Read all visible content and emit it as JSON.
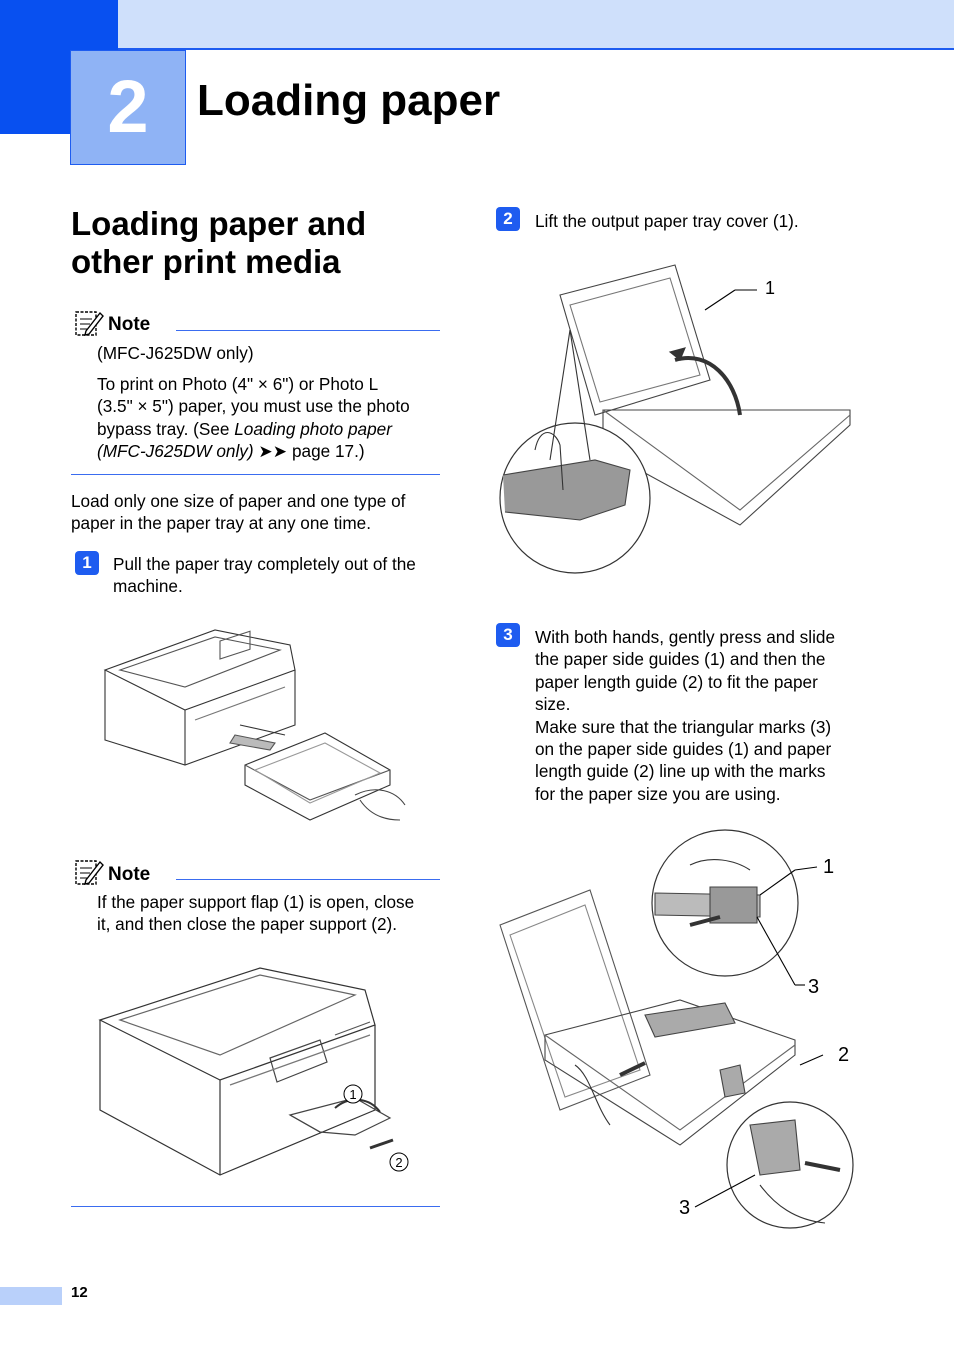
{
  "chapter": {
    "number": "2",
    "title": "Loading paper"
  },
  "section": {
    "title_line1": "Loading paper and",
    "title_line2": "other print media"
  },
  "note1": {
    "label": "Note",
    "model": "(MFC-J625DW only)",
    "t1": "To print on Photo (4\" × 6\") or Photo L",
    "t2": "(3.5\" × 5\") paper, you must use the photo",
    "t3a": "bypass tray. (See ",
    "t3b": "Loading photo paper",
    "t4a": "(MFC-J625DW only)",
    "t4b": " ➤➤ page 17.)"
  },
  "intro": {
    "l1": "Load only one size of paper and one type of",
    "l2": "paper in the paper tray at any one time."
  },
  "step1": {
    "num": "1",
    "l1": "Pull the paper tray completely out of the",
    "l2": "machine."
  },
  "note2": {
    "label": "Note",
    "l1": "If the paper support flap (1) is open, close",
    "l2": "it, and then close the paper support (2)."
  },
  "step2": {
    "num": "2",
    "l1": "Lift the output paper tray cover (1)."
  },
  "step3": {
    "num": "3",
    "lines": [
      "With both hands, gently press and slide",
      "the paper side guides (1) and then the",
      "paper length guide (2) to fit the paper",
      "size.",
      "Make sure that the triangular marks (3)",
      "on the paper side guides (1) and paper",
      "length guide (2) line up with the marks",
      "for the paper size you are using."
    ]
  },
  "callouts": {
    "fig_note2_1": "1",
    "fig_note2_2": "2",
    "fig_step2_1": "1",
    "fig_step3_1": "1",
    "fig_step3_3a": "3",
    "fig_step3_2": "2",
    "fig_step3_3b": "3"
  },
  "footer": {
    "page": "12"
  },
  "colors": {
    "accent": "#1e5cf0",
    "band": "#cfe0fb",
    "chapter_box": "#8fb3f5",
    "dark_blue": "#0850f0"
  }
}
